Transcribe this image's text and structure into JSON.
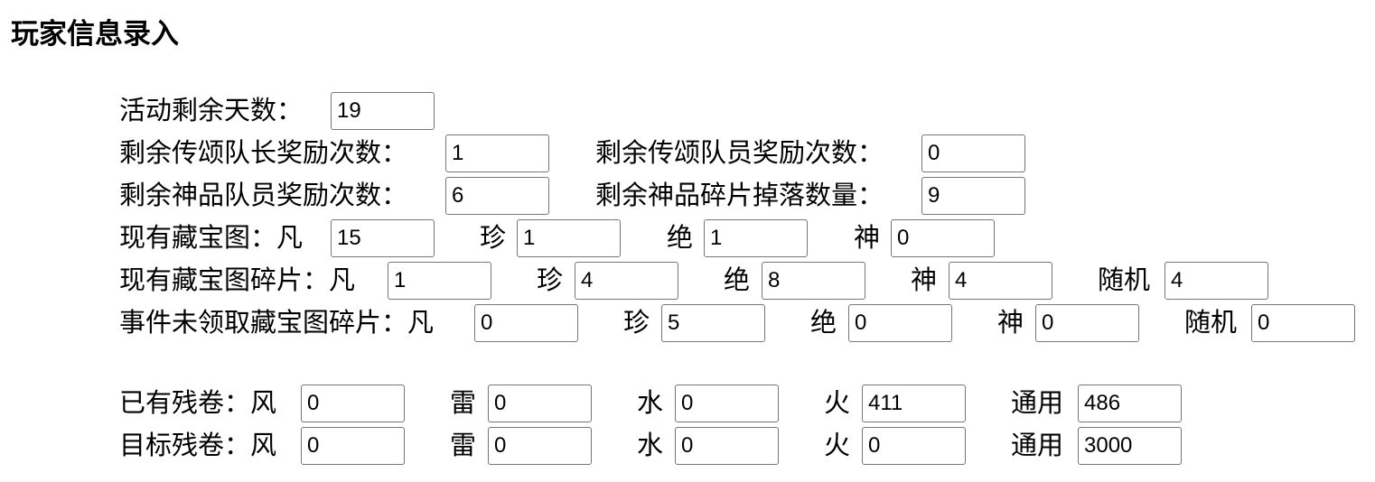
{
  "title": "玩家信息录入",
  "event_days": {
    "label": "活动剩余天数：",
    "value": "19"
  },
  "rewards": {
    "leader_label": "剩余传颂队长奖励次数：",
    "leader_value": "1",
    "member_label": "剩余传颂队员奖励次数：",
    "member_value": "0",
    "divine_member_label": "剩余神品队员奖励次数：",
    "divine_member_value": "6",
    "divine_fragment_label": "剩余神品碎片掉落数量：",
    "divine_fragment_value": "9"
  },
  "maps": {
    "label": "现有藏宝图：凡",
    "fan": "15",
    "zhen_label": "珍",
    "zhen": "1",
    "jue_label": "绝",
    "jue": "1",
    "shen_label": "神",
    "shen": "0"
  },
  "map_fragments": {
    "label": "现有藏宝图碎片：凡",
    "fan": "1",
    "zhen_label": "珍",
    "zhen": "4",
    "jue_label": "绝",
    "jue": "8",
    "shen_label": "神",
    "shen": "4",
    "random_label": "随机",
    "random": "4"
  },
  "unclaimed_fragments": {
    "label": "事件未领取藏宝图碎片：凡",
    "fan": "0",
    "zhen_label": "珍",
    "zhen": "5",
    "jue_label": "绝",
    "jue": "0",
    "shen_label": "神",
    "shen": "0",
    "random_label": "随机",
    "random": "0"
  },
  "owned_scrolls": {
    "label": "已有残卷：风",
    "feng": "0",
    "lei_label": "雷",
    "lei": "0",
    "shui_label": "水",
    "shui": "0",
    "huo_label": "火",
    "huo": "411",
    "general_label": "通用",
    "general": "486"
  },
  "target_scrolls": {
    "label": "目标残卷：风",
    "feng": "0",
    "lei_label": "雷",
    "lei": "0",
    "shui_label": "水",
    "shui": "0",
    "huo_label": "火",
    "huo": "0",
    "general_label": "通用",
    "general": "3000"
  }
}
